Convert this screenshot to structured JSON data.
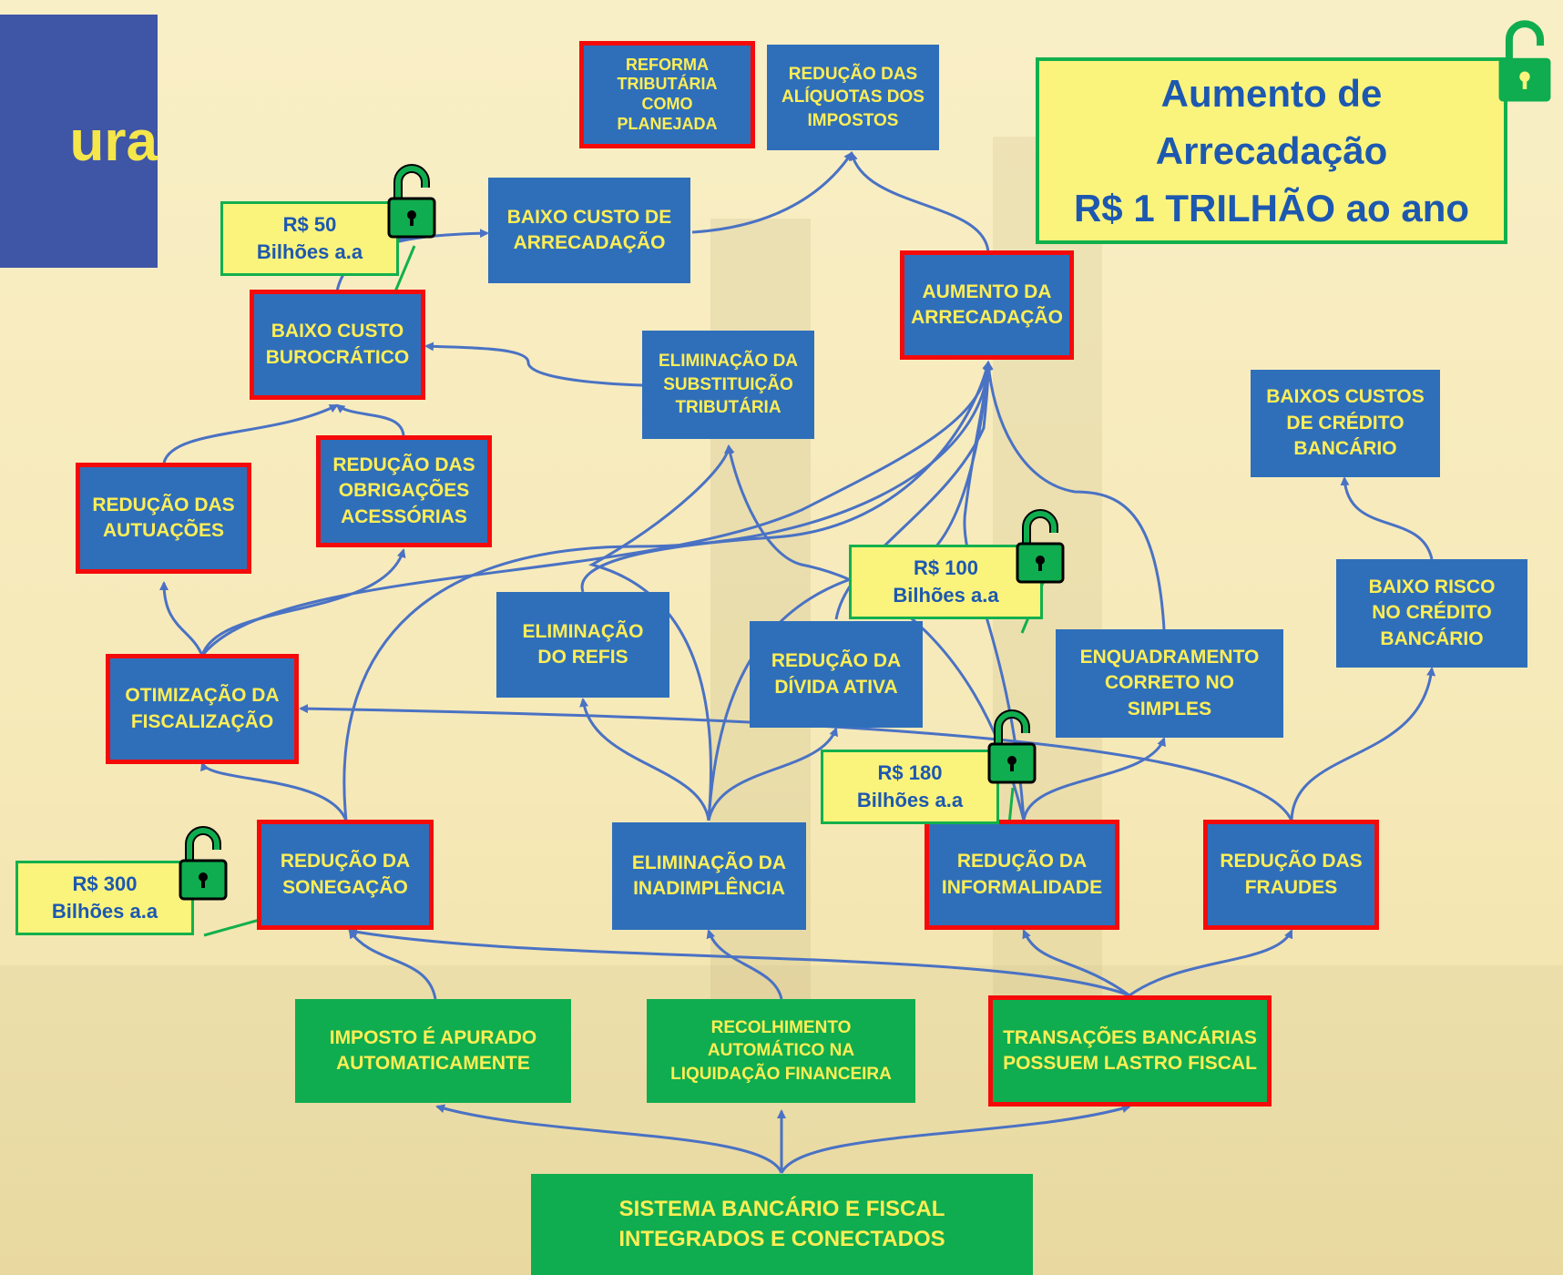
{
  "title_fragment": "ura",
  "headline": "Aumento de\nArrecadação\nR$ 1 TRILHÃO ao ano",
  "nodes": {
    "reforma": "REFORMA\nTRIBUTÁRIA\nCOMO\nPLANEJADA",
    "reducao_aliquotas": "REDUÇÃO DAS\nALÍQUOTAS DOS\nIMPOSTOS",
    "baixo_custo_arrecadacao": "BAIXO CUSTO DE\nARRECADAÇÃO",
    "aumento_arrecadacao": "AUMENTO DA\nARRECADAÇÃO",
    "baixo_custo_burocratico": "BAIXO CUSTO\nBUROCRÁTICO",
    "eliminacao_st": "ELIMINAÇÃO DA\nSUBSTITUIÇÃO\nTRIBUTÁRIA",
    "baixos_custos_credito": "BAIXOS CUSTOS\nDE CRÉDITO\nBANCÁRIO",
    "reducao_autuacoes": "REDUÇÃO DAS\nAUTUAÇÕES",
    "reducao_obrigacoes": "REDUÇÃO DAS\nOBRIGAÇÕES\nACESSÓRIAS",
    "baixo_risco": "BAIXO  RISCO\nNO CRÉDITO\nBANCÁRIO",
    "eliminacao_refis": "ELIMINAÇÃO\nDO REFIS",
    "reducao_divida": "REDUÇÃO DA\nDÍVIDA ATIVA",
    "enquadramento": "ENQUADRAMENTO\nCORRETO NO\nSIMPLES",
    "otimizacao": "OTIMIZAÇÃO DA\nFISCALIZAÇÃO",
    "reducao_sonegacao": "REDUÇÃO DA\nSONEGAÇÃO",
    "eliminacao_inadimplencia": "ELIMINAÇÃO DA\nINADIMPLÊNCIA",
    "reducao_informalidade": "REDUÇÃO DA\nINFORMALIDADE",
    "reducao_fraudes": "REDUÇÃO DAS\nFRAUDES",
    "imposto_apurado": "IMPOSTO É APURADO\nAUTOMATICAMENTE",
    "recolhimento": "RECOLHIMENTO\nAUTOMÁTICO NA\nLIQUIDAÇÃO FINANCEIRA",
    "transacoes": "TRANSAÇÕES BANCÁRIAS\nPOSSUEM LASTRO FISCAL",
    "sistema": "SISTEMA BANCÁRIO E FISCAL\nINTEGRADOS E CONECTADOS"
  },
  "money_labels": {
    "m50": "R$ 50\nBilhões a.a",
    "m100": "R$ 100\nBilhões a.a",
    "m180": "R$ 180\nBilhões a.a",
    "m300": "R$ 300\nBilhões a.a"
  },
  "colors": {
    "node_blue": "#2f6fba",
    "node_green": "#0fad4f",
    "node_text": "#ffee55",
    "highlight_border": "#f50a0a",
    "money_fill": "#fbf47c",
    "money_text": "#1d58b0",
    "arrow": "#4a72c4",
    "lock": "#0fad4f"
  },
  "icons": [
    "lock-open-icon"
  ]
}
